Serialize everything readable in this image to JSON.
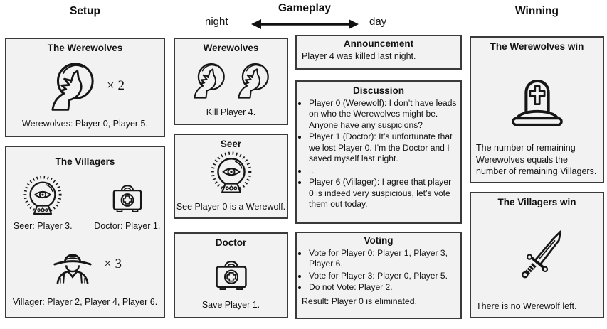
{
  "colors": {
    "background": "#ffffff",
    "box_fill": "#f2f2f2",
    "box_border": "#3a3a3a",
    "text": "#111111"
  },
  "headers": {
    "setup": "Setup",
    "gameplay": "Gameplay",
    "night": "night",
    "day": "day",
    "winning": "Winning"
  },
  "setup": {
    "werewolves": {
      "title": "The Werewolves",
      "count": "× 2",
      "caption": "Werewolves: Player 0, Player 5.",
      "icon": "howling-wolf-moon-icon"
    },
    "villagers": {
      "title": "The Villagers",
      "seer_caption": "Seer: Player 3.",
      "doctor_caption": "Doctor: Player 1.",
      "count": "× 3",
      "villager_caption": "Villager: Player 2, Player 4, Player 6.",
      "icons": [
        "crystal-ball-icon",
        "first-aid-kit-icon",
        "farmer-icon"
      ]
    }
  },
  "gameplay": {
    "werewolves": {
      "title": "Werewolves",
      "caption": "Kill Player 4.",
      "icon": "howling-wolf-moon-icon"
    },
    "seer": {
      "title": "Seer",
      "caption": "See Player 0 is a Werewolf.",
      "icon": "crystal-ball-icon"
    },
    "doctor": {
      "title": "Doctor",
      "caption": "Save Player 1.",
      "icon": "first-aid-kit-icon"
    },
    "announcement": {
      "title": "Announcement",
      "text": "Player 4 was killed last night."
    },
    "discussion": {
      "title": "Discussion",
      "bullets": [
        "Player 0 (Werewolf): I don’t have leads on who the Werewolves might be. Anyone have any suspicions?",
        "Player 1 (Doctor): It’s unfortunate that we lost Player 0. I’m the Doctor and I saved myself last night.",
        "...",
        "Player 6 (Villager): I agree that player 0 is indeed very suspicious, let’s vote them out today."
      ]
    },
    "voting": {
      "title": "Voting",
      "bullets": [
        "Vote for Player 0: Player 1, Player 3, Player 6.",
        "Vote for Player 3: Player 0, Player 5.",
        "Do not Vote: Player 2."
      ],
      "result": "Result: Player 0 is eliminated."
    }
  },
  "winning": {
    "werewolves_win": {
      "title": "The Werewolves win",
      "text": "The number of remaining Werewolves equals the number of remaining Villagers.",
      "icon": "tombstone-icon"
    },
    "villagers_win": {
      "title": "The Villagers win",
      "text": "There is no Werewolf left.",
      "icon": "sword-icon"
    }
  }
}
